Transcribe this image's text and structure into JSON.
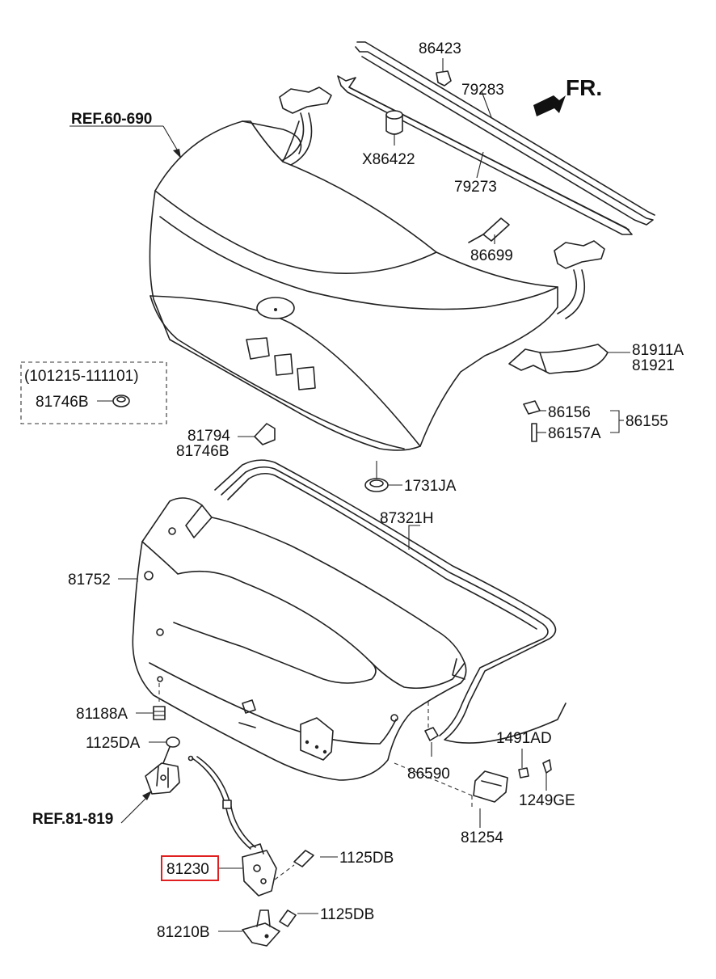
{
  "diagram": {
    "direction_label": "FR.",
    "highlight_color": "#e02020",
    "labels": {
      "p86423": "86423",
      "p79283": "79283",
      "x86422": "X86422",
      "p79273": "79273",
      "ref60690": "REF.60-690",
      "p86699": "86699",
      "p81911a": "81911A",
      "p81921": "81921",
      "range_note": "(101215-111101)",
      "p81746b_a": "81746B",
      "p86156": "86156",
      "p86155": "86155",
      "p86157a": "86157A",
      "p81794": "81794",
      "p81746b_b": "81746B",
      "p1731ja": "1731JA",
      "p87321h": "87321H",
      "p81752": "81752",
      "p81188a": "81188A",
      "p1125da": "1125DA",
      "p1491ad": "1491AD",
      "p86590": "86590",
      "p1249ge": "1249GE",
      "ref81819": "REF.81-819",
      "p81254": "81254",
      "p81230": "81230",
      "p1125db_a": "1125DB",
      "p1125db_b": "1125DB",
      "p81210b": "81210B"
    }
  }
}
